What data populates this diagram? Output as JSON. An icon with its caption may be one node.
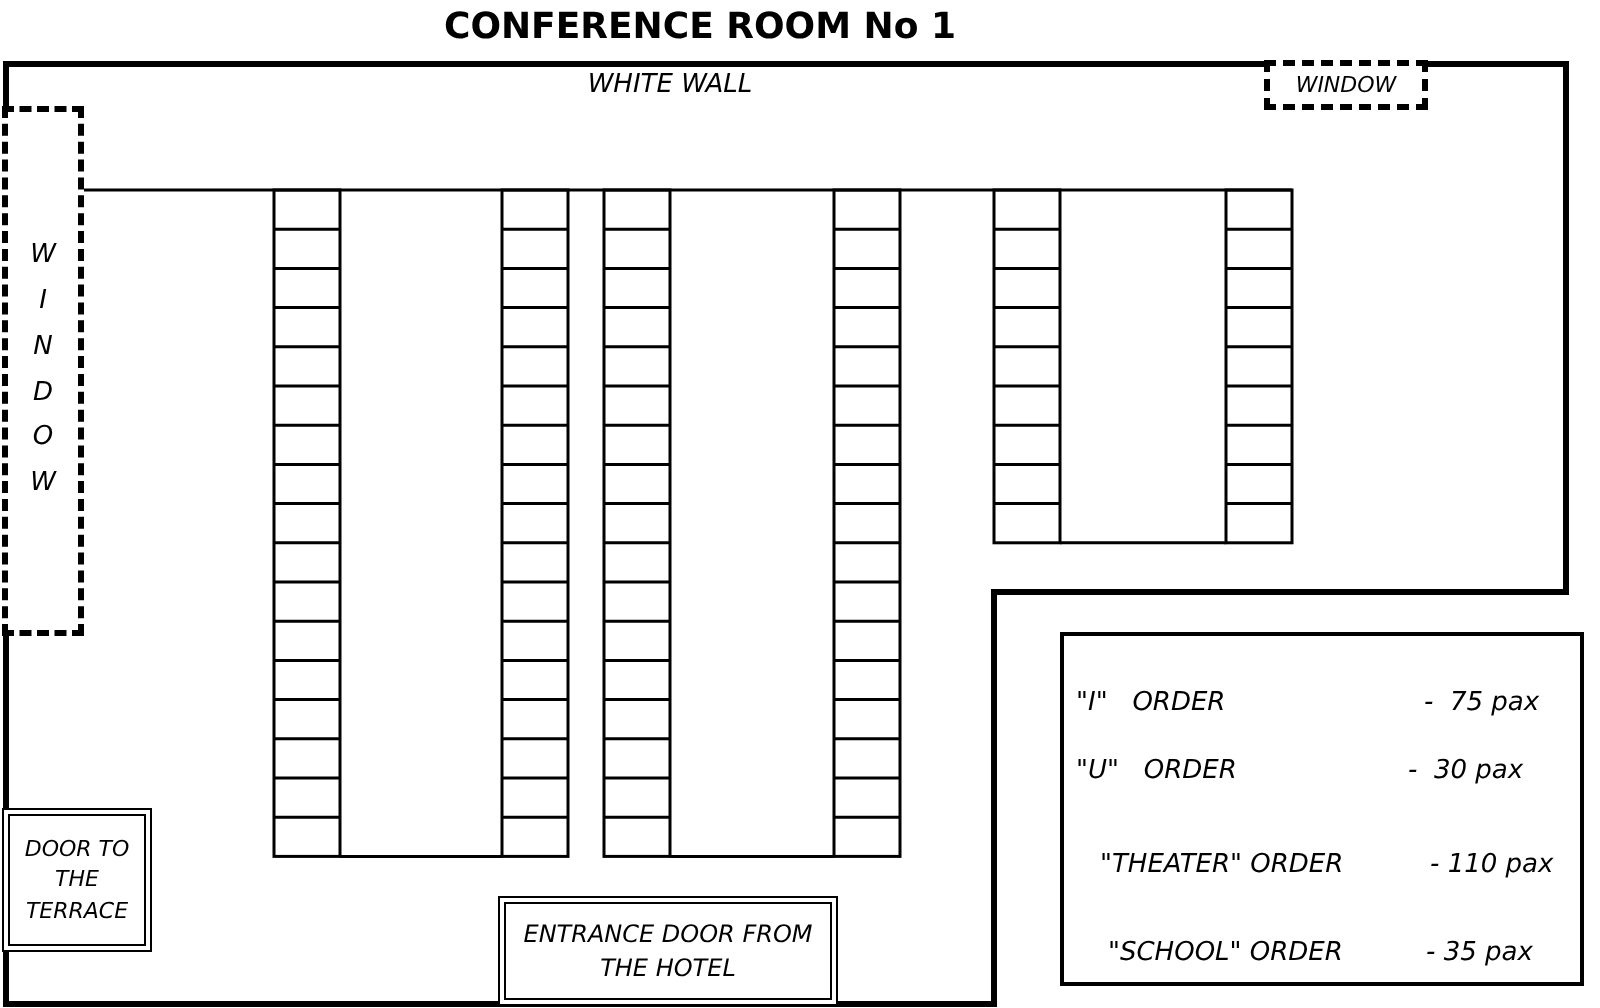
{
  "diagram": {
    "title": "CONFERENCE ROOM No 1",
    "nodes": [
      {
        "text": [
          "WINDOW"
        ]
      },
      {
        "text": [
          "WINDOW"
        ]
      },
      {
        "text": [
          "DOOR TO THE TERRACE"
        ]
      },
      {
        "text": [
          "ENTRANCE DOOR FROM THE HOTEL"
        ]
      },
      {
        "text": [
          "\"I\"   ORDER",
          "-  75 pax",
          "\"U\"   ORDER",
          "-  30 pax",
          "\"THEATER\" ORDER",
          "- 110 pax",
          "\"SCHOOL\" ORDER",
          "- 35 pax"
        ]
      }
    ],
    "labels": [
      "WHITE WALL"
    ]
  }
}
